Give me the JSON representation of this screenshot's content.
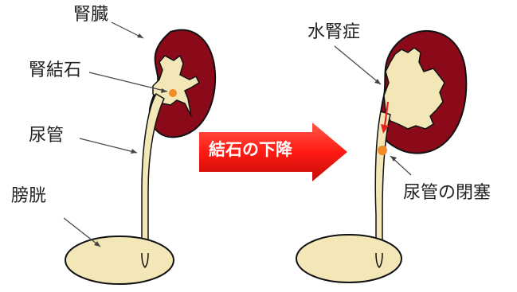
{
  "labels": {
    "kidney": "腎臓",
    "kidney_stone": "腎結石",
    "ureter": "尿管",
    "bladder": "膀胱",
    "hydronephrosis": "水腎症",
    "ureter_obstruction": "尿管の閉塞"
  },
  "arrow": {
    "text": "結石の下降"
  },
  "colors": {
    "kidney": "#8b0a1a",
    "tissue": "#f3e7b8",
    "outline": "#111111",
    "stone": "#f08a24",
    "flow_arrow": "#e8231f",
    "banner_arrow": "#ff1a12"
  }
}
